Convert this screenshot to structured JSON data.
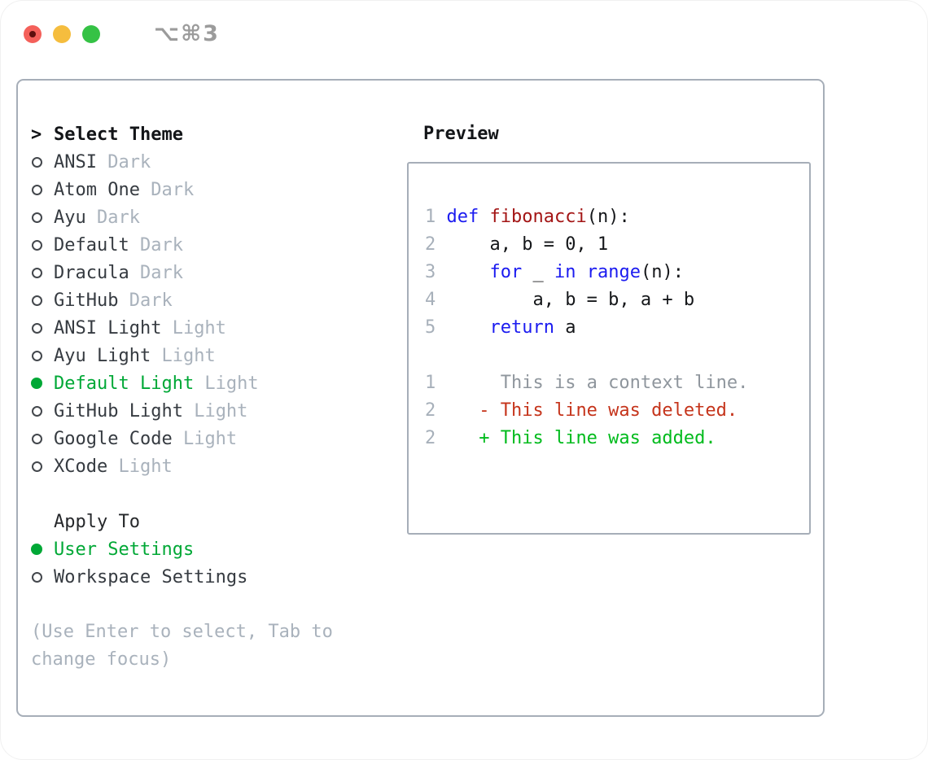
{
  "window": {
    "shortcut": "⌥⌘3",
    "traffic_lights": [
      {
        "name": "close",
        "color": "#f4605a"
      },
      {
        "name": "minimize",
        "color": "#f5bd3e"
      },
      {
        "name": "zoom",
        "color": "#35c245"
      }
    ]
  },
  "theme_picker": {
    "cursor": ">",
    "header": "Select Theme",
    "themes": [
      {
        "name": "ANSI",
        "variant": "Dark",
        "selected": false
      },
      {
        "name": "Atom One",
        "variant": "Dark",
        "selected": false
      },
      {
        "name": "Ayu",
        "variant": "Dark",
        "selected": false
      },
      {
        "name": "Default",
        "variant": "Dark",
        "selected": false
      },
      {
        "name": "Dracula",
        "variant": "Dark",
        "selected": false
      },
      {
        "name": "GitHub",
        "variant": "Dark",
        "selected": false
      },
      {
        "name": "ANSI Light",
        "variant": "Light",
        "selected": false
      },
      {
        "name": "Ayu Light",
        "variant": "Light",
        "selected": false
      },
      {
        "name": "Default Light",
        "variant": "Light",
        "selected": true
      },
      {
        "name": "GitHub Light",
        "variant": "Light",
        "selected": false
      },
      {
        "name": "Google Code",
        "variant": "Light",
        "selected": false
      },
      {
        "name": "XCode",
        "variant": "Light",
        "selected": false
      }
    ],
    "apply_to": {
      "header": "Apply To",
      "options": [
        {
          "label": "User Settings",
          "selected": true
        },
        {
          "label": "Workspace Settings",
          "selected": false
        }
      ]
    },
    "help": "(Use Enter to select, Tab to change focus)"
  },
  "preview": {
    "header": "Preview",
    "code_lines": [
      {
        "num": "1",
        "tokens": [
          {
            "t": "def",
            "c": "kw"
          },
          {
            "t": " ",
            "c": ""
          },
          {
            "t": "fibonacci",
            "c": "fn"
          },
          {
            "t": "(n):",
            "c": ""
          }
        ]
      },
      {
        "num": "2",
        "tokens": [
          {
            "t": "    a, b = 0, 1",
            "c": ""
          }
        ]
      },
      {
        "num": "3",
        "tokens": [
          {
            "t": "    ",
            "c": ""
          },
          {
            "t": "for",
            "c": "kw"
          },
          {
            "t": " _ ",
            "c": ""
          },
          {
            "t": "in",
            "c": "kw"
          },
          {
            "t": " ",
            "c": ""
          },
          {
            "t": "range",
            "c": "kw"
          },
          {
            "t": "(n):",
            "c": ""
          }
        ]
      },
      {
        "num": "4",
        "tokens": [
          {
            "t": "        a, b = b, a + b",
            "c": ""
          }
        ]
      },
      {
        "num": "5",
        "tokens": [
          {
            "t": "    ",
            "c": ""
          },
          {
            "t": "return",
            "c": "kw"
          },
          {
            "t": " a",
            "c": ""
          }
        ]
      }
    ],
    "diff_lines": [
      {
        "num": "1",
        "tokens": [
          {
            "t": "     This is a context line.",
            "c": "ctx"
          }
        ]
      },
      {
        "num": "2",
        "tokens": [
          {
            "t": "   - This line was deleted.",
            "c": "del"
          }
        ]
      },
      {
        "num": "2",
        "tokens": [
          {
            "t": "   + This line was added.",
            "c": "add"
          }
        ]
      }
    ]
  },
  "colors": {
    "panel_border": "#a6aeb8",
    "selected_green": "#00a836",
    "added_green": "#00bb1c",
    "deleted_red": "#c5341b",
    "keyword_blue": "#1b1bf0",
    "function_red": "#a31515",
    "muted_gray": "#a9b2bc"
  }
}
